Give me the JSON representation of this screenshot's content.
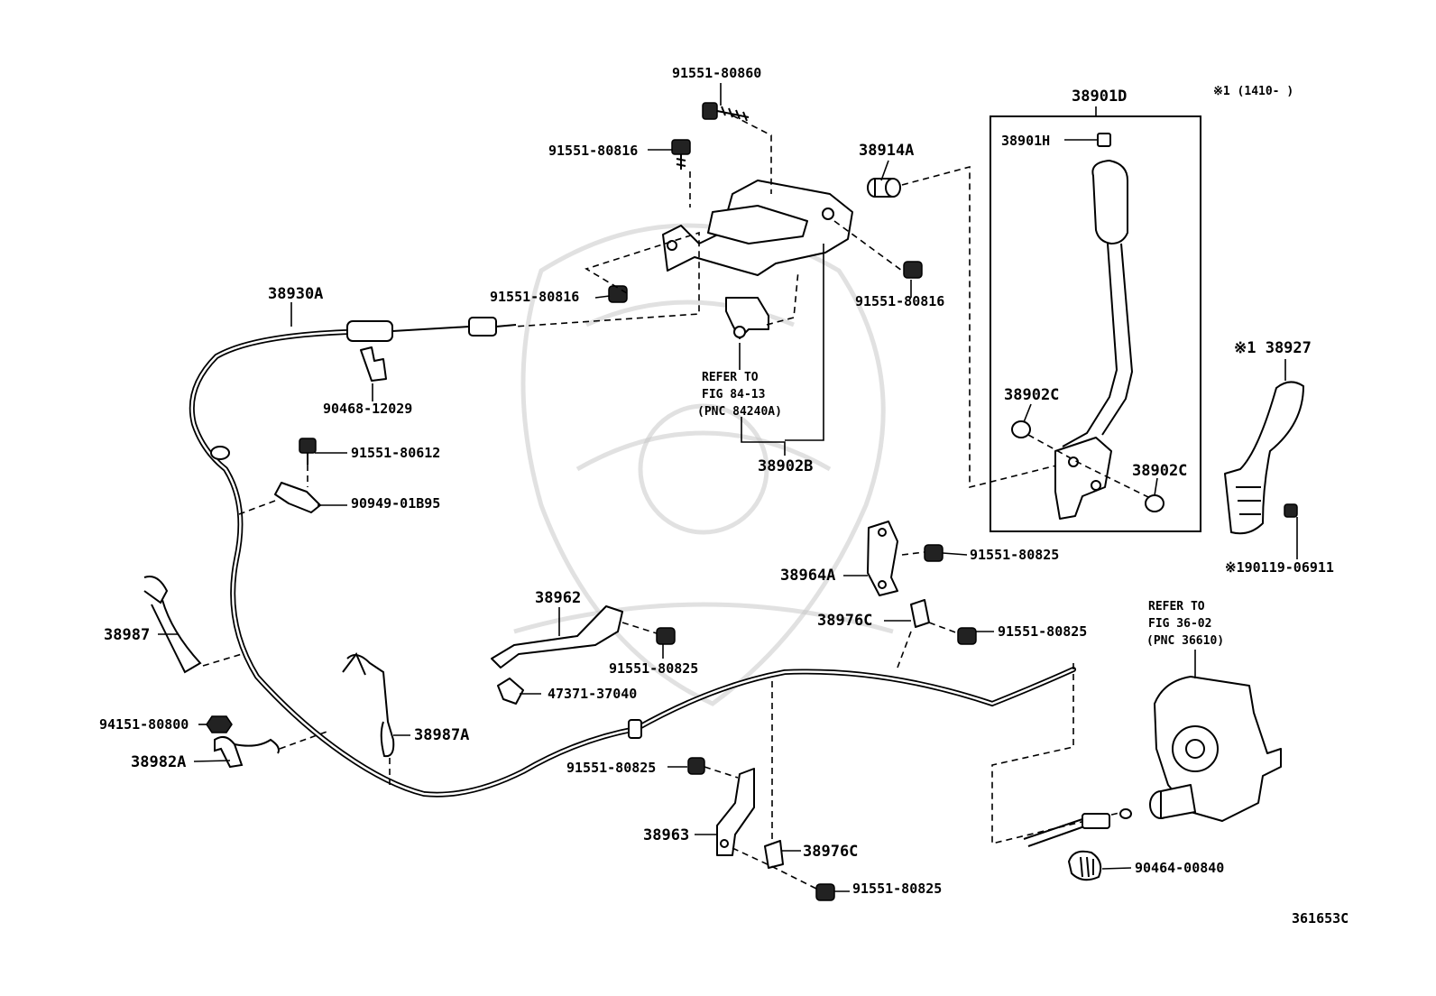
{
  "diagram_code": "361653C",
  "note_range": "※1 (1410-      )",
  "labels": {
    "p91551_80860": "91551-80860",
    "p91551_80816_a": "91551-80816",
    "p38914A": "38914A",
    "p91551_80816_b": "91551-80816",
    "p91551_80816_c": "91551-80816",
    "p38930A": "38930A",
    "p90468_12029": "90468-12029",
    "p91551_80612": "91551-80612",
    "p90949_01B95": "90949-01B95",
    "p38987": "38987",
    "p94151_80800": "94151-80800",
    "p38982A": "38982A",
    "p38987A": "38987A",
    "p38962": "38962",
    "p91551_80825_a": "91551-80825",
    "p47371_37040": "47371-37040",
    "p91551_80825_b": "91551-80825",
    "p38963": "38963",
    "p38976C_a": "38976C",
    "p91551_80825_c": "91551-80825",
    "p38964A": "38964A",
    "p91551_80825_d": "91551-80825",
    "p38976C_b": "38976C",
    "p91551_80825_e": "91551-80825",
    "p38902B": "38902B",
    "p38901D": "38901D",
    "p38901H": "38901H",
    "p38902C_a": "38902C",
    "p38902C_b": "38902C",
    "p38927": "※1 38927",
    "p190119_06911": "※190119-06911",
    "p90464_00840": "90464-00840"
  },
  "refers": {
    "fig84": [
      "REFER TO",
      "FIG 84-13",
      "(PNC 84240A)"
    ],
    "fig36": [
      "REFER TO",
      "FIG 36-02",
      "(PNC 36610)"
    ]
  }
}
